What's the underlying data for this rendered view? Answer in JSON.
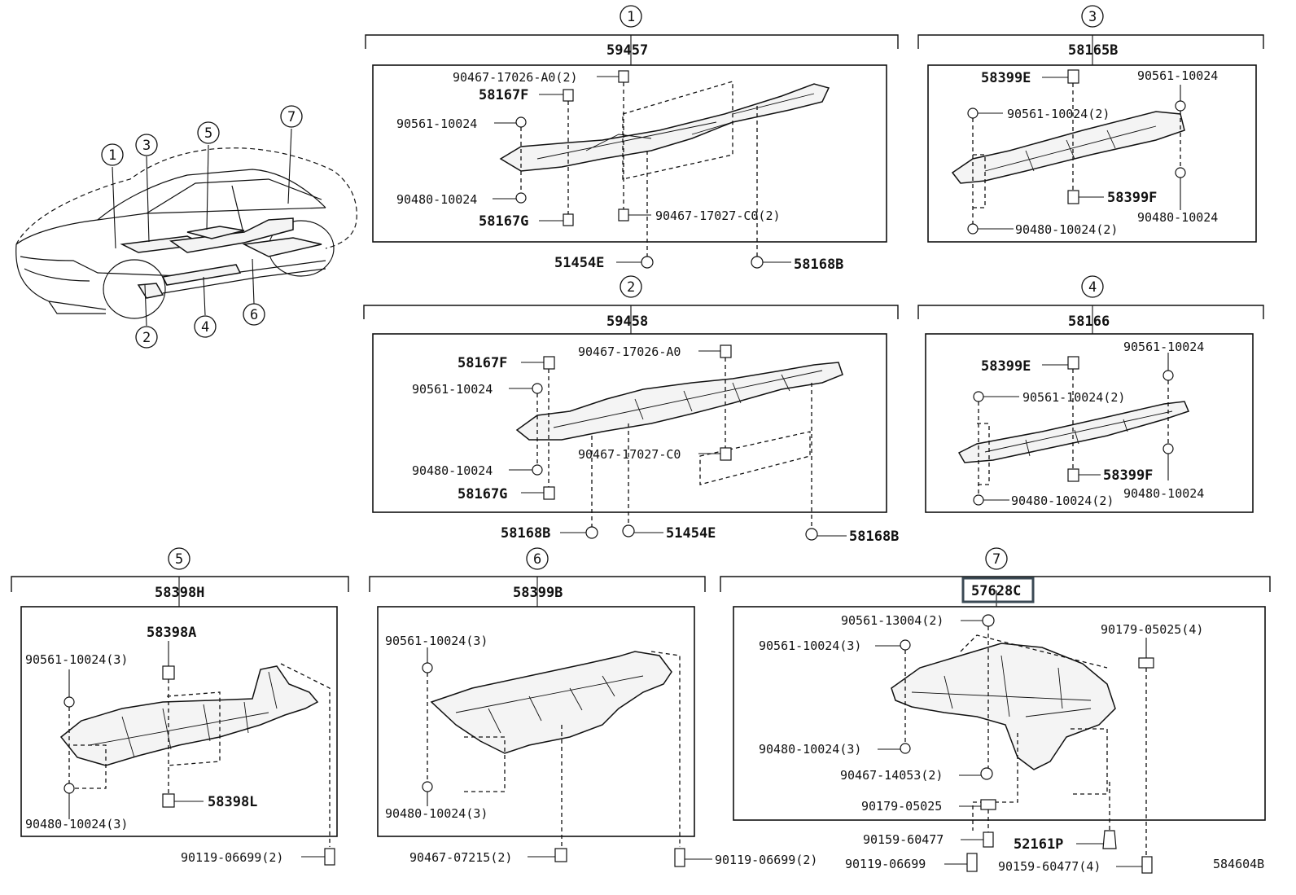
{
  "diagram_id": "584604B",
  "index_circles": [
    "1",
    "2",
    "3",
    "4",
    "5",
    "6",
    "7"
  ],
  "section1": {
    "index": "1",
    "assembly": "59457",
    "labels": [
      "90467-17026-A0(2)",
      "58167F",
      "90561-10024",
      "90480-10024",
      "58167G",
      "90467-17027-C0(2)",
      "51454E",
      "58168B"
    ]
  },
  "section2": {
    "index": "2",
    "assembly": "59458",
    "labels": [
      "58167F",
      "90467-17026-A0",
      "90561-10024",
      "90467-17027-C0",
      "90480-10024",
      "58167G",
      "58168B",
      "51454E",
      "58168B"
    ]
  },
  "section3": {
    "index": "3",
    "assembly": "58165B",
    "labels": [
      "58399E",
      "90561-10024",
      "90561-10024(2)",
      "58399F",
      "90480-10024",
      "90480-10024(2)"
    ]
  },
  "section4": {
    "index": "4",
    "assembly": "58166",
    "labels": [
      "58399E",
      "90561-10024",
      "90561-10024(2)",
      "58399F",
      "90480-10024",
      "90480-10024(2)"
    ]
  },
  "section5": {
    "index": "5",
    "assembly": "58398H",
    "labels": [
      "58398A",
      "90561-10024(3)",
      "58398L",
      "90480-10024(3)",
      "90119-06699(2)"
    ]
  },
  "section6": {
    "index": "6",
    "assembly": "58399B",
    "labels": [
      "90561-10024(3)",
      "90480-10024(3)",
      "90467-07215(2)",
      "90119-06699(2)"
    ]
  },
  "section7": {
    "index": "7",
    "assembly": "57628C",
    "labels": [
      "90561-13004(2)",
      "90179-05025(4)",
      "90561-10024(3)",
      "90480-10024(3)",
      "90467-14053(2)",
      "90179-05025",
      "90159-60477",
      "52161P",
      "90119-06699",
      "90159-60477(4)"
    ]
  }
}
